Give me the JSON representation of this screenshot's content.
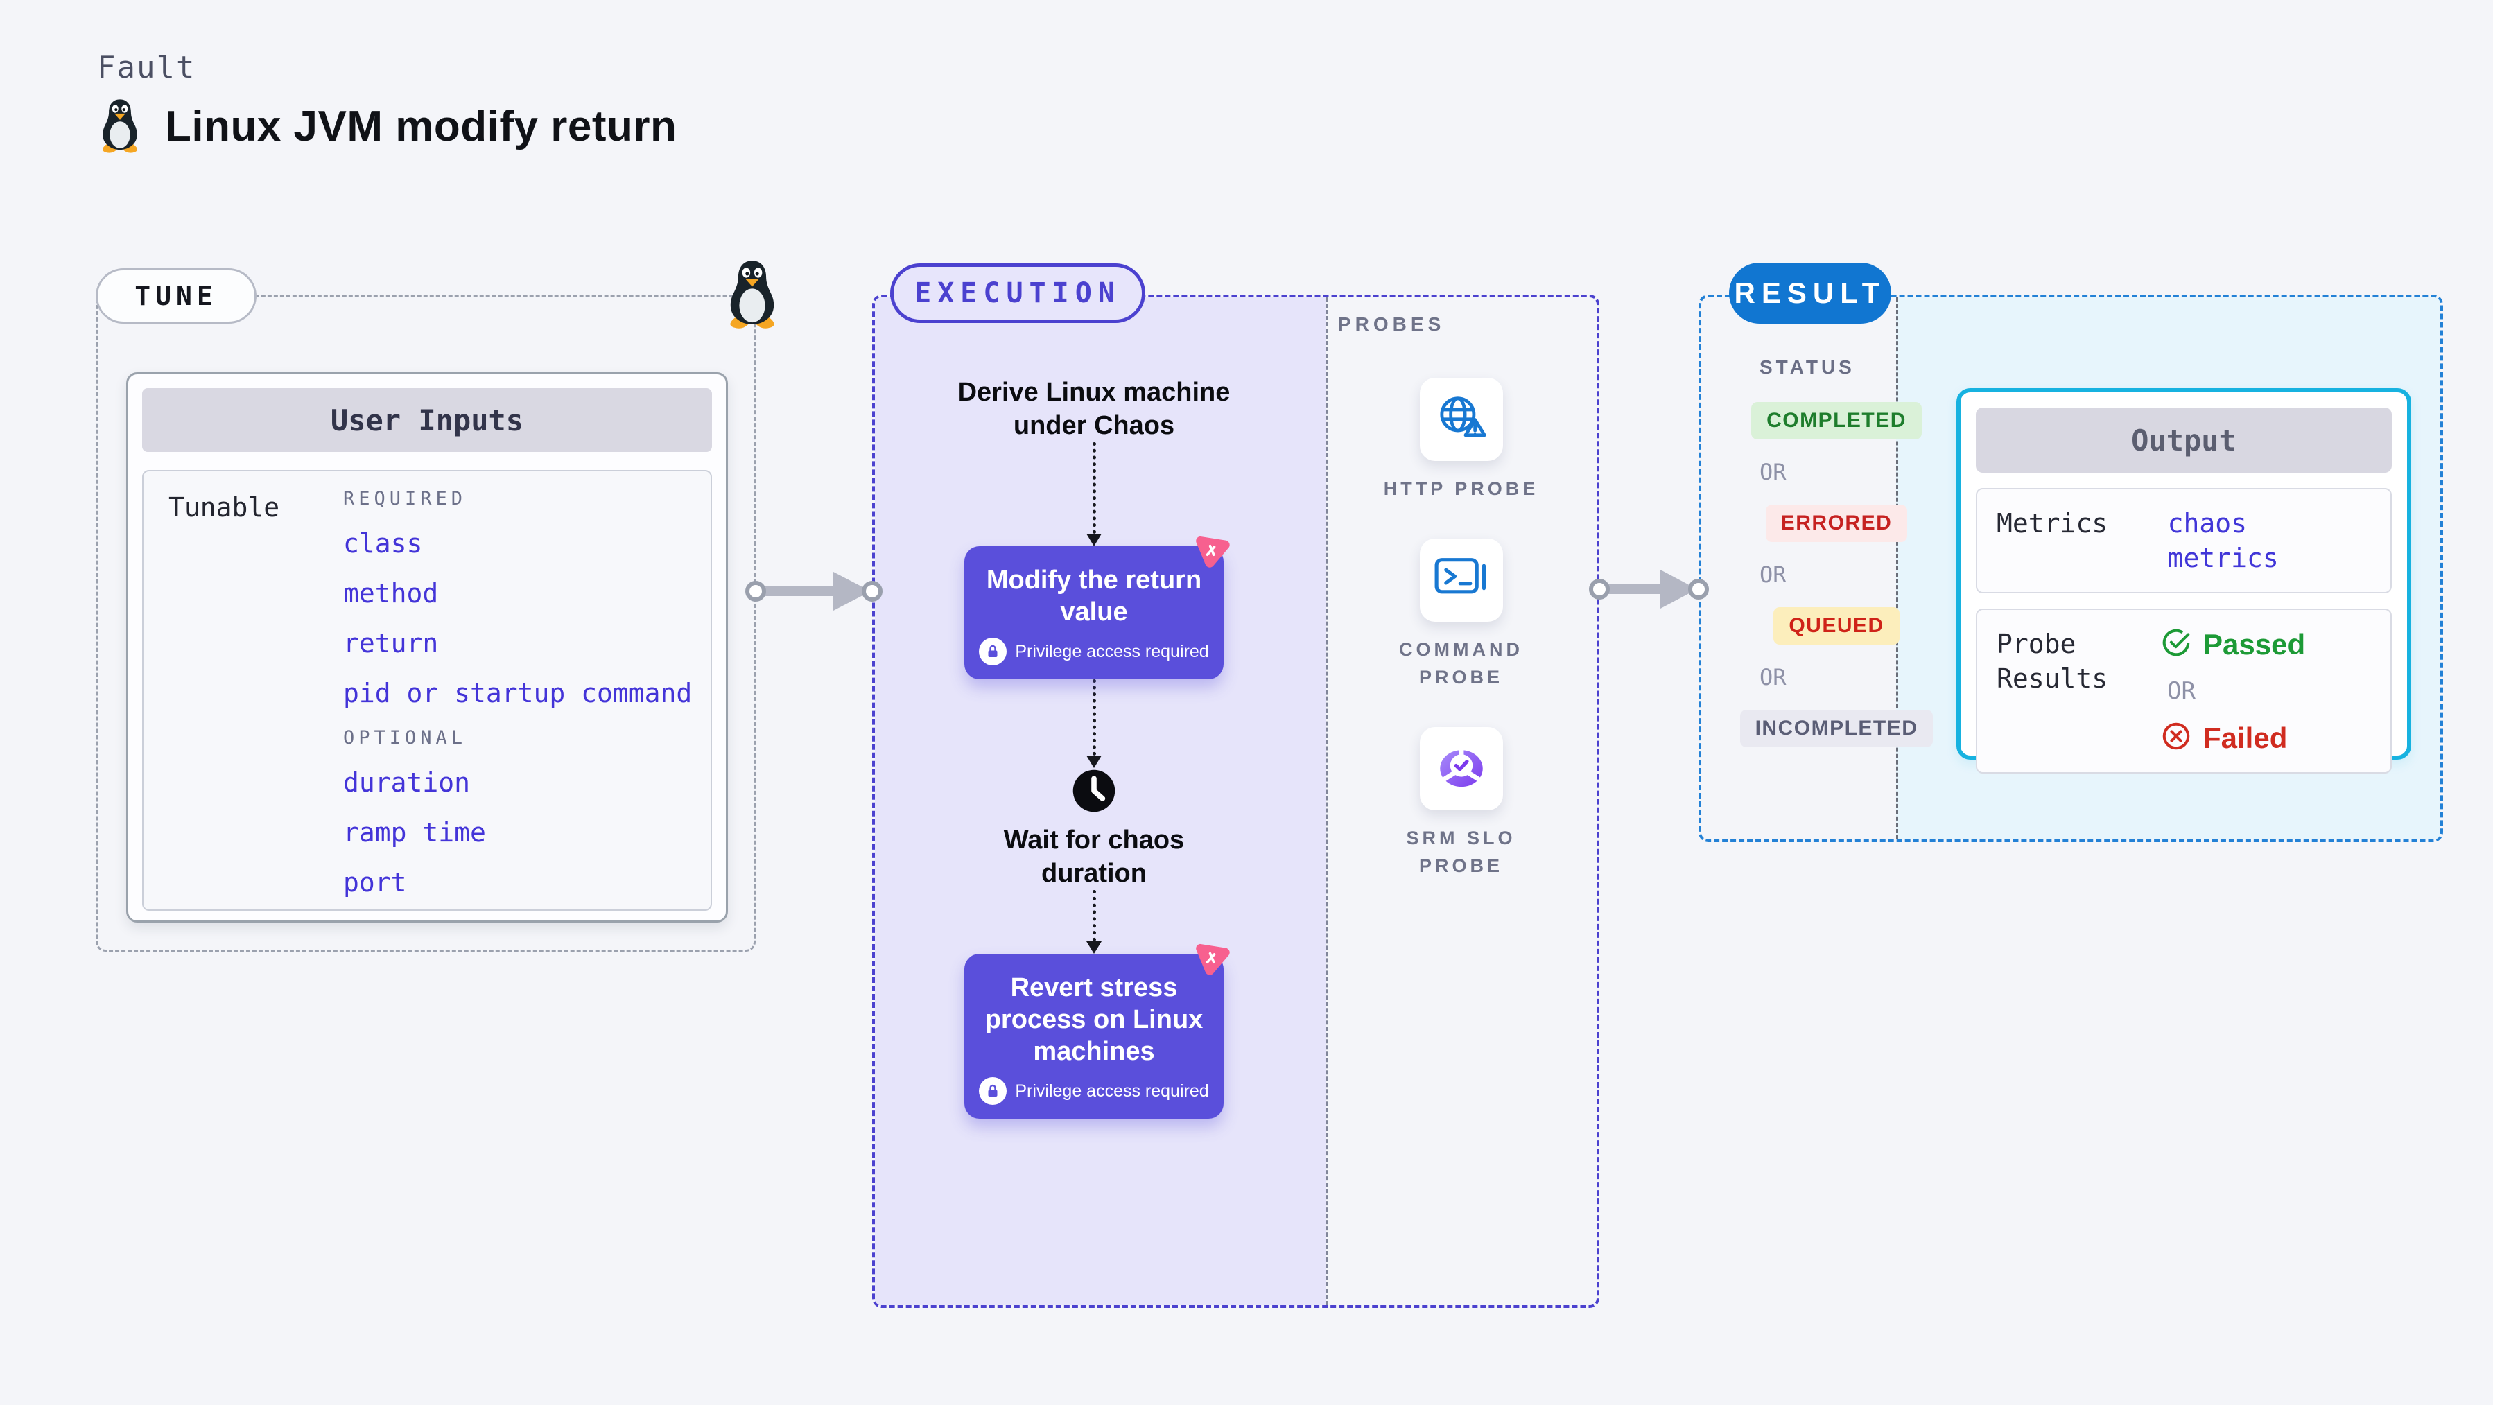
{
  "header": {
    "eyebrow": "Fault",
    "title": "Linux JVM modify return",
    "icon": "tux-icon"
  },
  "tune": {
    "label": "TUNE",
    "card_title": "User Inputs",
    "row_label": "Tunable",
    "required_label": "REQUIRED",
    "required_items": [
      "class",
      "method",
      "return",
      "pid or startup command"
    ],
    "optional_label": "OPTIONAL",
    "optional_items": [
      "duration",
      "ramp time",
      "port"
    ],
    "link_color": "#4334d8",
    "corner_icon": "tux-icon"
  },
  "execution": {
    "label": "EXECUTION",
    "accent_color": "#4b41cf",
    "background_color": "#e6e4fa",
    "node_color": "#5a4fdb",
    "chaos_logo_color": "#f7608f",
    "steps": {
      "derive_text": "Derive Linux machine under Chaos",
      "modify_title": "Modify the return value",
      "modify_note": "Privilege access required",
      "wait_text": "Wait for chaos duration",
      "revert_title": "Revert stress process on Linux machines",
      "revert_note": "Privilege access required"
    },
    "icons": [
      "chaos-logo-icon",
      "lock-icon",
      "clock-icon"
    ]
  },
  "probes": {
    "label": "PROBES",
    "items": [
      {
        "name": "HTTP PROBE",
        "icon": "globe-alert-icon",
        "icon_color": "#1878d2"
      },
      {
        "name": "COMMAND PROBE",
        "icon": "terminal-icon",
        "icon_color": "#1878d2"
      },
      {
        "name": "SRM SLO PROBE",
        "icon": "slo-pie-check-icon",
        "icon_color": "#7c3aed"
      }
    ]
  },
  "result": {
    "label": "RESULT",
    "accent_color": "#1176d1",
    "panel_background": "#e7f5fc",
    "status_label": "STATUS",
    "or_label": "OR",
    "statuses": [
      {
        "text": "COMPLETED",
        "color": "#1e7d2c",
        "bg": "#daf1d8"
      },
      {
        "text": "ERRORED",
        "color": "#c62221",
        "bg": "#fce9e9"
      },
      {
        "text": "QUEUED",
        "color": "#cf2318",
        "bg": "#fceebc"
      },
      {
        "text": "INCOMPLETED",
        "color": "#5a5d75",
        "bg": "#e9e9f1"
      }
    ],
    "output": {
      "title": "Output",
      "border_color": "#17b2e0",
      "metrics_label": "Metrics",
      "metrics_value": "chaos metrics",
      "probe_results_label": "Probe Results",
      "passed_text": "Passed",
      "passed_color": "#1d9a36",
      "failed_text": "Failed",
      "failed_color": "#d02c20",
      "icons": [
        "check-circle-icon",
        "x-circle-icon"
      ]
    }
  }
}
